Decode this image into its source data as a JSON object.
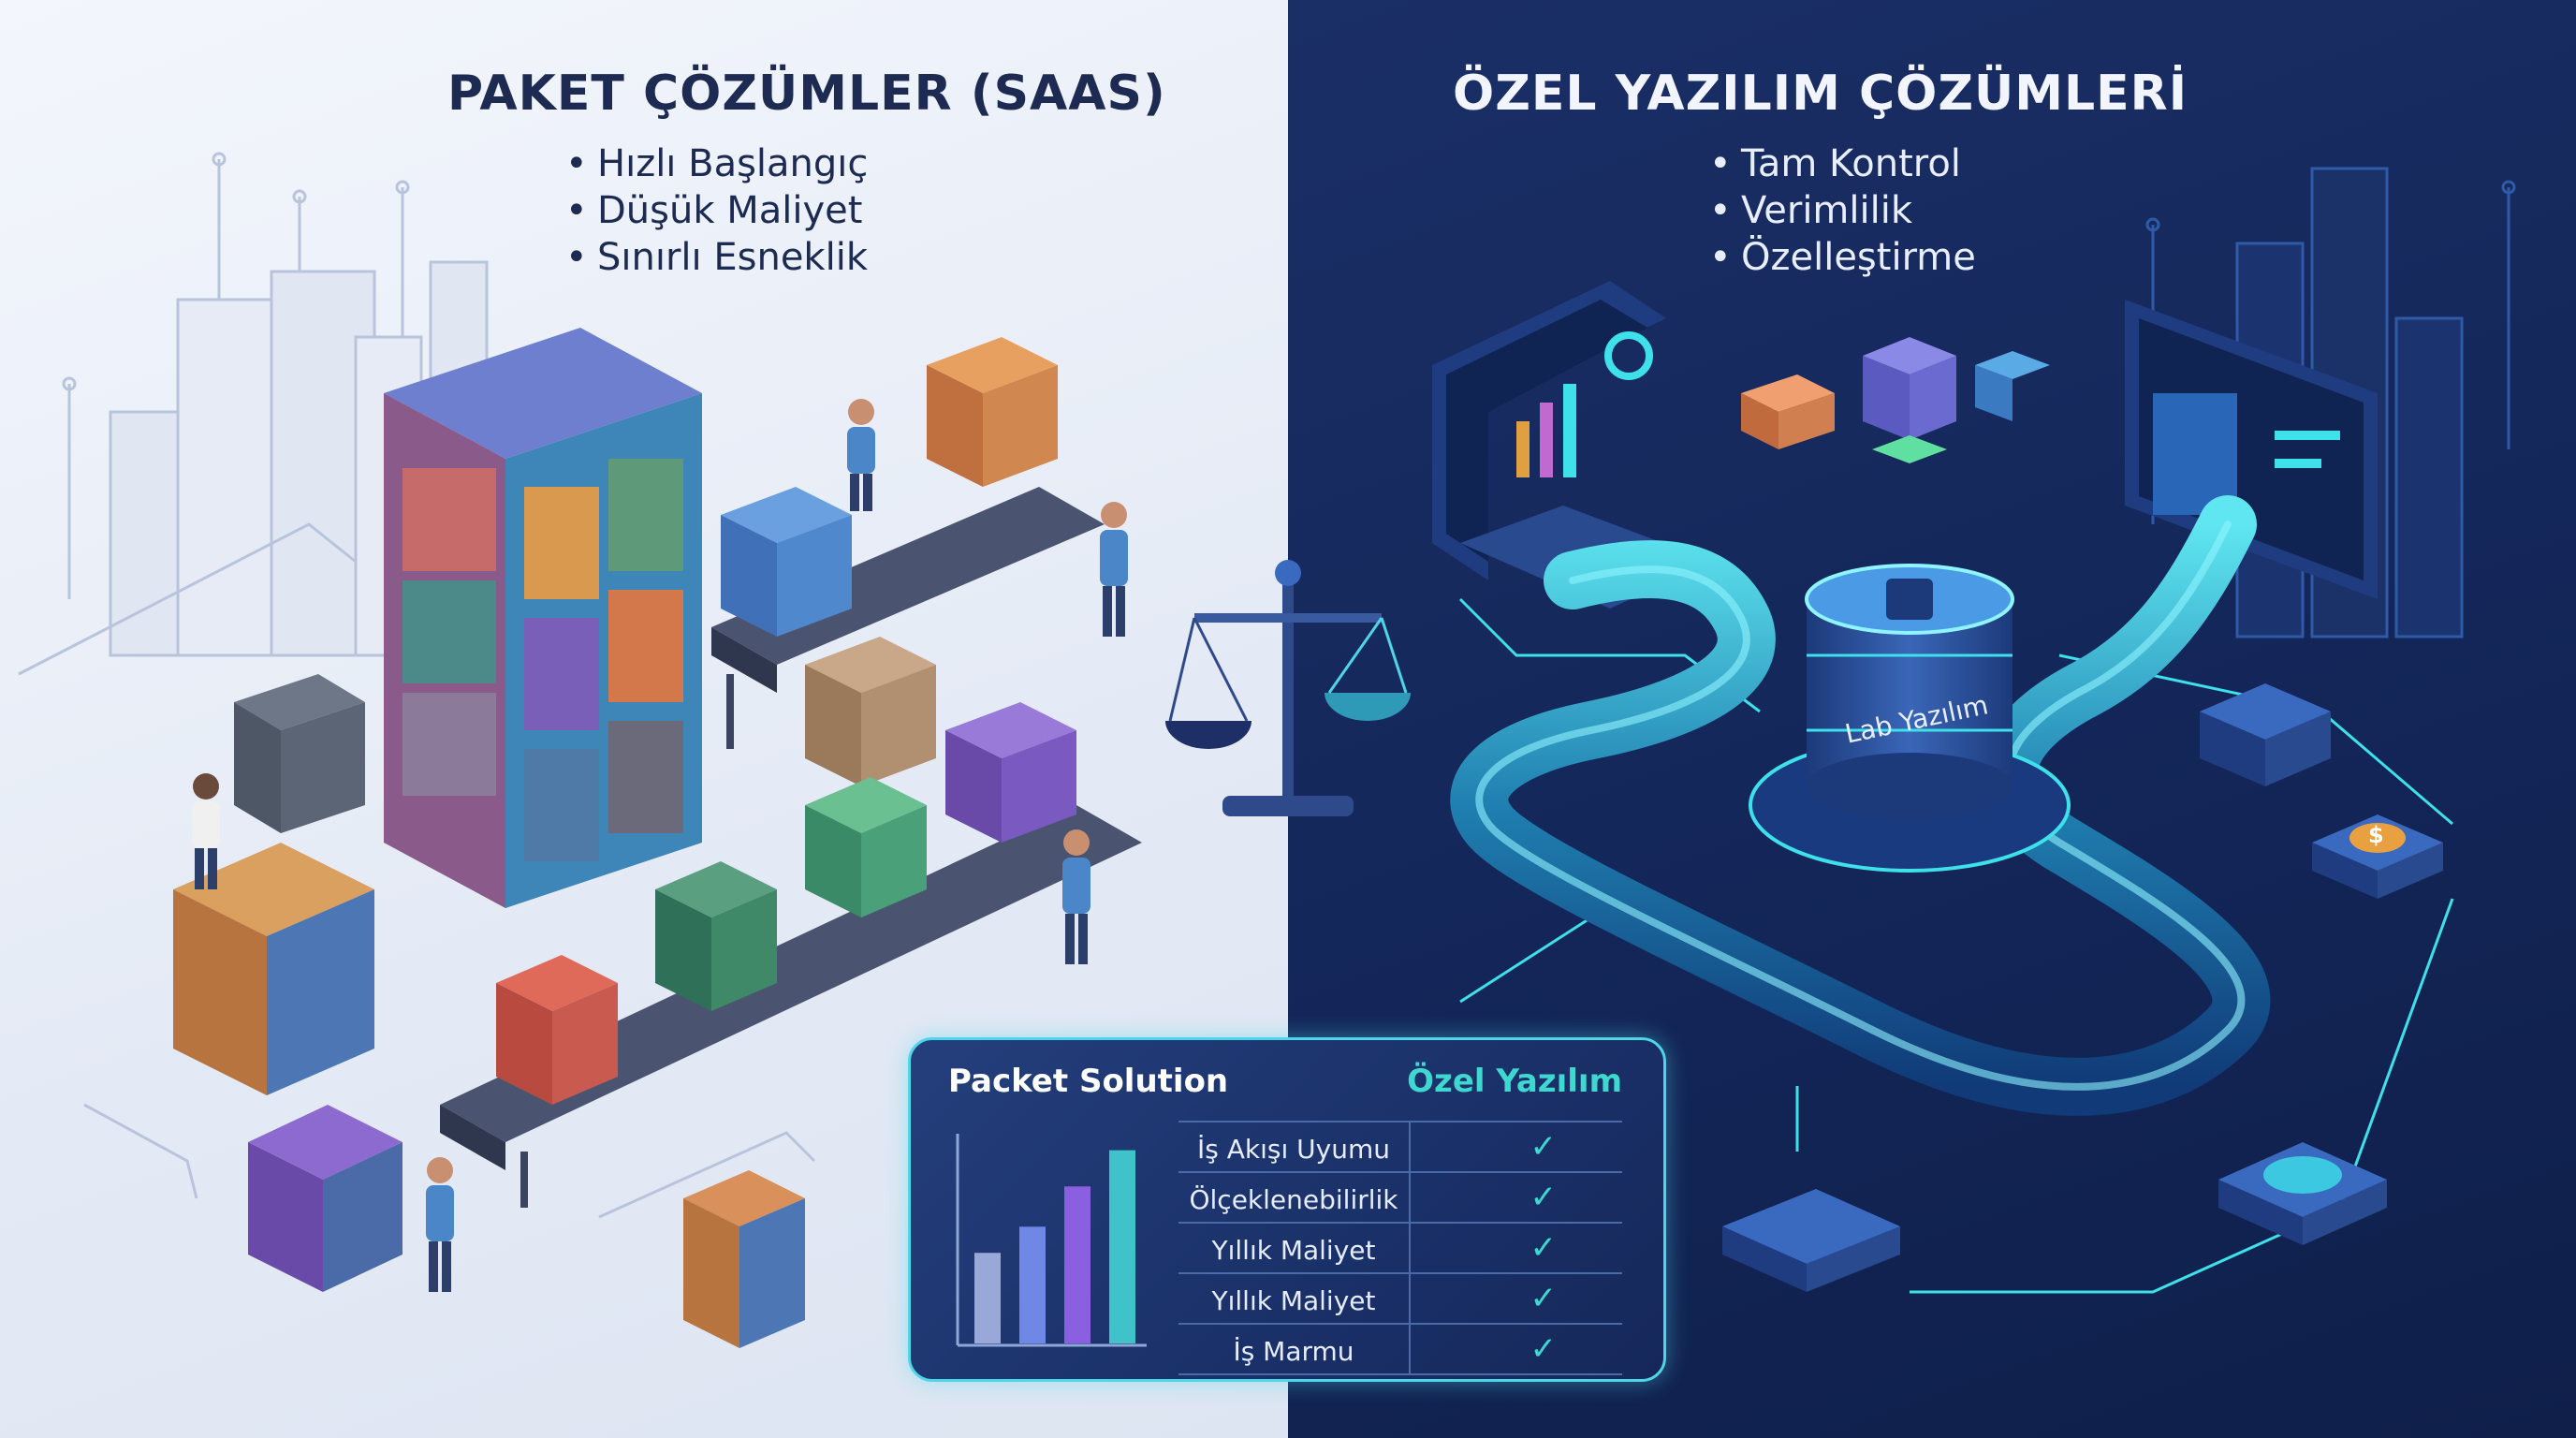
{
  "left_panel": {
    "title": "PAKET ÇÖZÜMLER (SAAS)",
    "bullets": [
      "Hızlı Başlangıç",
      "Düşük Maliyet",
      "Sınırlı Esneklik"
    ]
  },
  "right_panel": {
    "title": "ÖZEL YAZILIM ÇÖZÜMLERİ",
    "bullets": [
      "Tam Kontrol",
      "Verimlilik",
      "Özelleştirme"
    ],
    "server_label": "Lab Yazılım",
    "coin_symbol": "$"
  },
  "comparison": {
    "left_header": "Packet Solution",
    "right_header": "Özel Yazılım",
    "rows": [
      {
        "label": "İş Akışı Uyumu",
        "check": "✓"
      },
      {
        "label": "Ölçeklenebilirlik",
        "check": "✓"
      },
      {
        "label": "Yıllık Maliyet",
        "check": "✓"
      },
      {
        "label": "Yıllık Maliyet",
        "check": "✓"
      },
      {
        "label": "İş Marmu",
        "check": "✓"
      }
    ],
    "bar_levels": [
      0.45,
      0.58,
      0.78,
      0.96
    ],
    "bar_colors": [
      "#9aa8d8",
      "#6f88e6",
      "#8a5fe0",
      "#3fc2c8"
    ]
  },
  "colors": {
    "left_bg": "#e8eef8",
    "right_bg": "#14275a",
    "neon": "#3ee0ea",
    "dark_text": "#1d2a52"
  }
}
